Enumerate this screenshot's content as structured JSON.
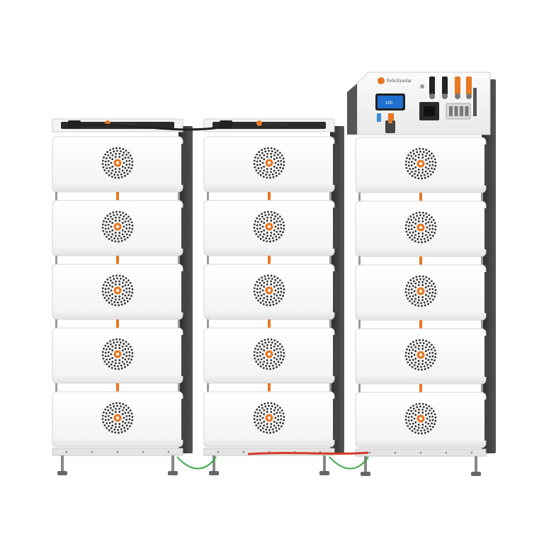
{
  "product": {
    "brand": "Felicitysolar",
    "display_reading": "100",
    "colors": {
      "module_white": "#f7f7f7",
      "frame_grey": "#3a3a3a",
      "accent_orange": "#e87722",
      "cable_red": "#d43a2a",
      "cable_green": "#3aa845",
      "screen_blue": "#1f6fd0"
    },
    "stacks": [
      {
        "name": "left-stack",
        "modules": 5,
        "has_controller": false
      },
      {
        "name": "middle-stack",
        "modules": 5,
        "has_controller": false
      },
      {
        "name": "right-stack",
        "modules": 5,
        "has_controller": true
      }
    ]
  }
}
